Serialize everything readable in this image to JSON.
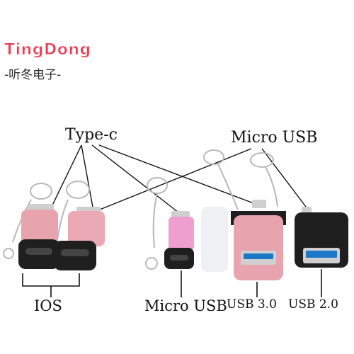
{
  "brand": {
    "name": "TingDong",
    "subtitle": "-听冬电子-"
  },
  "labels": {
    "type_c": "Type-c",
    "micro_usb_top": "Micro USB",
    "ios": "IOS",
    "micro_usb_bottom": "Micro USB",
    "usb_3_0": "USB 3.0",
    "usb_2_0": "USB 2.0"
  },
  "colors": {
    "brand_red": "#e83c52",
    "adapter_pink": "#e7a4ae",
    "adapter_black": "#1f1f1f",
    "usb3_blue": "#1b78c7"
  }
}
